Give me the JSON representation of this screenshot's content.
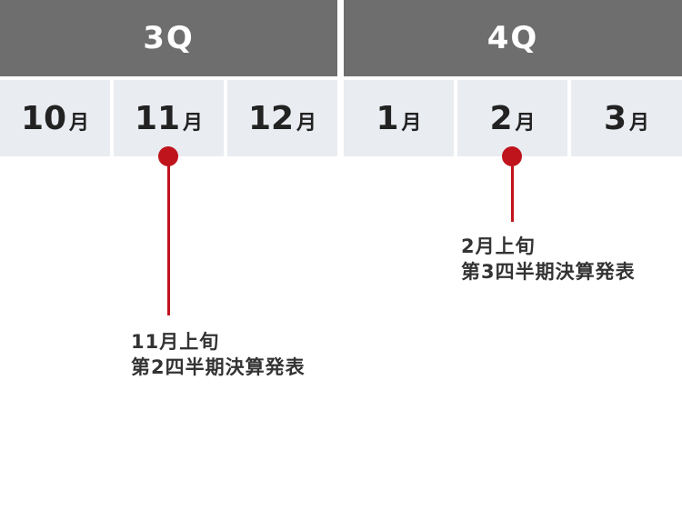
{
  "quarters": [
    "3Q",
    "4Q"
  ],
  "months": [
    {
      "num": "10",
      "unit": "月"
    },
    {
      "num": "11",
      "unit": "月"
    },
    {
      "num": "12",
      "unit": "月"
    },
    {
      "num": "1",
      "unit": "月"
    },
    {
      "num": "2",
      "unit": "月"
    },
    {
      "num": "3",
      "unit": "月"
    }
  ],
  "events": [
    {
      "when": "11月上旬",
      "what": "第2四半期決算発表"
    },
    {
      "when": "2月上旬",
      "what": "第3四半期決算発表"
    }
  ],
  "colors": {
    "header": "#6e6e6e",
    "month_bg": "#e9ecf1",
    "marker": "#c0141c"
  }
}
